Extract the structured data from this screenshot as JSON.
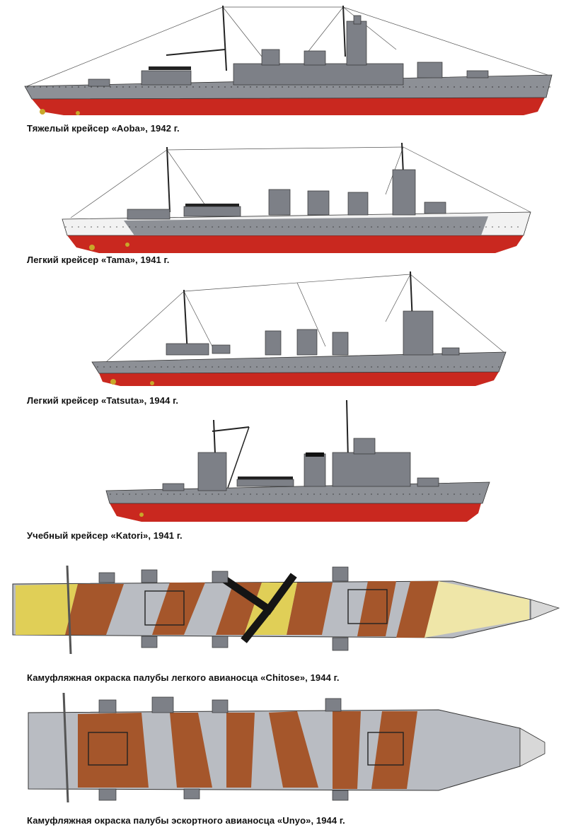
{
  "colors": {
    "hull_red": "#c9281f",
    "hull_grey": "#8d9096",
    "deck_grey": "#b9bcc2",
    "camo_brown": "#a5562b",
    "camo_yellow": "#e0cf57",
    "camo_cream": "#efe6a8",
    "camo_black": "#151515"
  },
  "captions": [
    {
      "text": "Тяжелый крейсер «Aoba»,  1942 г."
    },
    {
      "text": "Легкий крейсер «Tama», 1941 г."
    },
    {
      "text": "Легкий крейсер «Tatsuta», 1944 г."
    },
    {
      "text": "Учебный крейсер «Katori», 1941 г."
    },
    {
      "text": "Камуфляжная окраска палубы легкого авианосца «Chitose», 1944 г."
    },
    {
      "text": "Камуфляжная окраска палубы эскортного авианосца «Unyo», 1944 г."
    }
  ]
}
